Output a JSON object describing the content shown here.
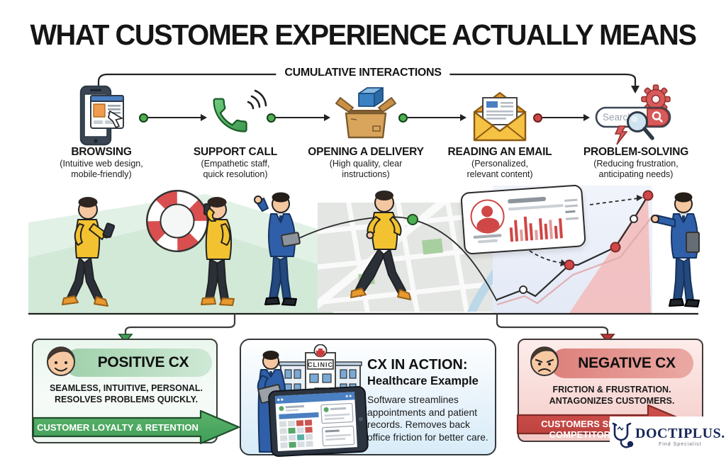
{
  "title": "WHAT CUSTOMER EXPERIENCE ACTUALLY MEANS",
  "flow": {
    "header": "CUMULATIVE INTERACTIONS",
    "search_placeholder": "Search...",
    "stages": [
      {
        "icon": "phone-browsing-icon",
        "label": "BROWSING",
        "sub1": "(Intuitive web design,",
        "sub2": "mobile-friendly)"
      },
      {
        "icon": "support-call-icon",
        "label": "SUPPORT CALL",
        "sub1": "(Empathetic staff,",
        "sub2": "quick resolution)"
      },
      {
        "icon": "open-delivery-box-icon",
        "label": "OPENING A DELIVERY",
        "sub1": "(High quality, clear",
        "sub2": "instructions)"
      },
      {
        "icon": "open-email-icon",
        "label": "READING AN EMAIL",
        "sub1": "(Personalized,",
        "sub2": "relevant content)"
      },
      {
        "icon": "search-problem-icon",
        "label": "PROBLEM-SOLVING",
        "sub1": "(Reducing frustration,",
        "sub2": "anticipating needs)"
      }
    ]
  },
  "outcomes": {
    "positive": {
      "title": "POSITIVE CX",
      "line1": "SEAMLESS, INTUITIVE, PERSONAL.",
      "line2": "RESOLVES PROBLEMS QUICKLY.",
      "banner": "CUSTOMER LOYALTY & RETENTION"
    },
    "negative": {
      "title": "NEGATIVE CX",
      "line1": "FRICTION & FRUSTRATION.",
      "line2": "ANTAGONIZES CUSTOMERS.",
      "banner_line1": "CUSTOMERS SEEK",
      "banner_line2": "COMPETITORS."
    },
    "case": {
      "title": "CX IN ACTION:",
      "subtitle": "Healthcare Example",
      "body": "Software streamlines appointments and patient records. Removes back office friction for better care.",
      "clinic_sign": "CLINIC"
    }
  },
  "logo": {
    "name": "DOCTIPLUS.",
    "tagline": "Find Specialist"
  },
  "colors": {
    "positive_green": "#3f9e57",
    "negative_red": "#c4413e",
    "dot_green": "#4caf50",
    "dot_red": "#cf4747",
    "sweater_yellow": "#f2c230",
    "suit_blue": "#2f5fa8",
    "accent_blue_header": "#4a7fc1"
  }
}
